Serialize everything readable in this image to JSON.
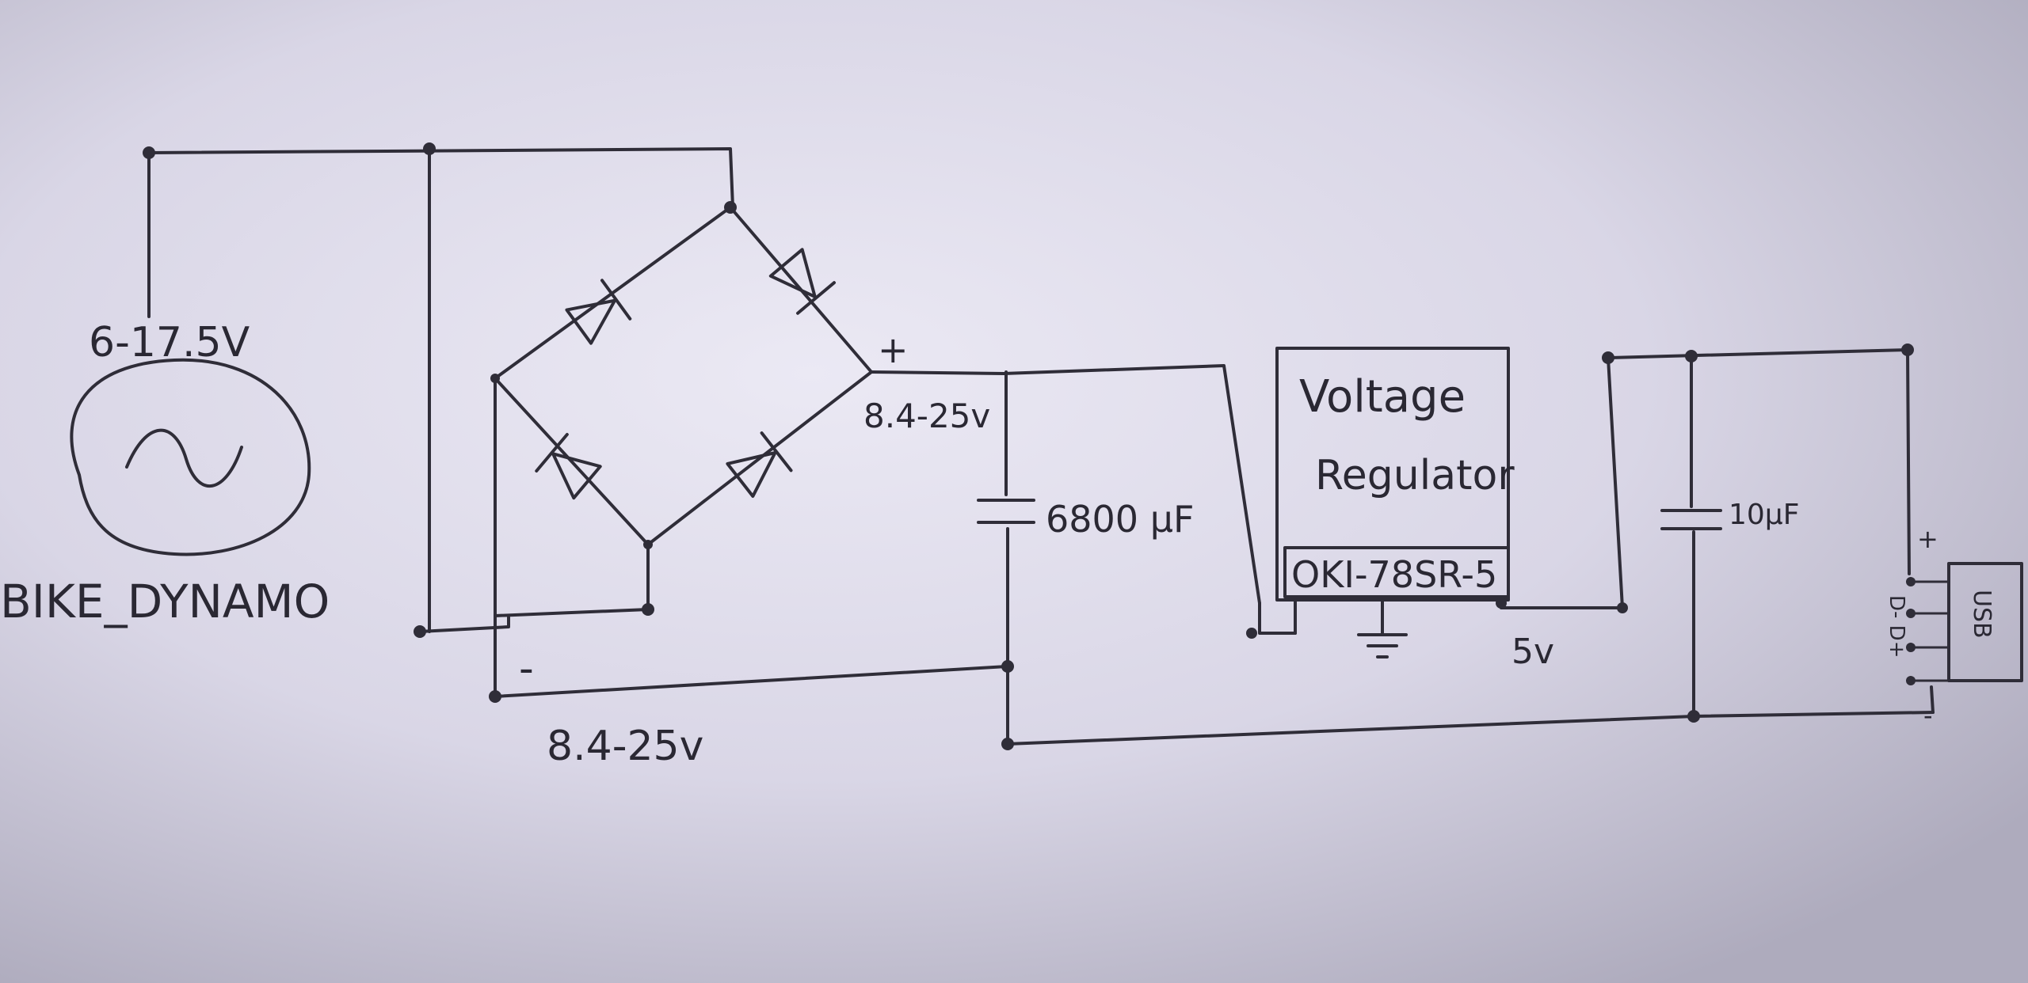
{
  "labels": {
    "source_voltage": "6-17.5V",
    "source_name": "BIKE_DYNAMO",
    "rectified_pos": "+",
    "rectified_voltage_top": "8.4-25v",
    "rectified_neg": "-",
    "rectified_voltage_bottom": "8.4-25v",
    "cap1": "6800 μF",
    "regulator_line1": "Voltage",
    "regulator_line2": "Regulator",
    "regulator_part": "OKI-78SR-5",
    "output_voltage": "5v",
    "cap2": "10μF",
    "usb": "USB",
    "usb_plus": "+",
    "usb_pins": "D- D+",
    "usb_minus": "-"
  },
  "colors": {
    "paper_center": "#ebe9f4",
    "paper_edge": "#aeabbd",
    "ink": "#2f2d38"
  }
}
